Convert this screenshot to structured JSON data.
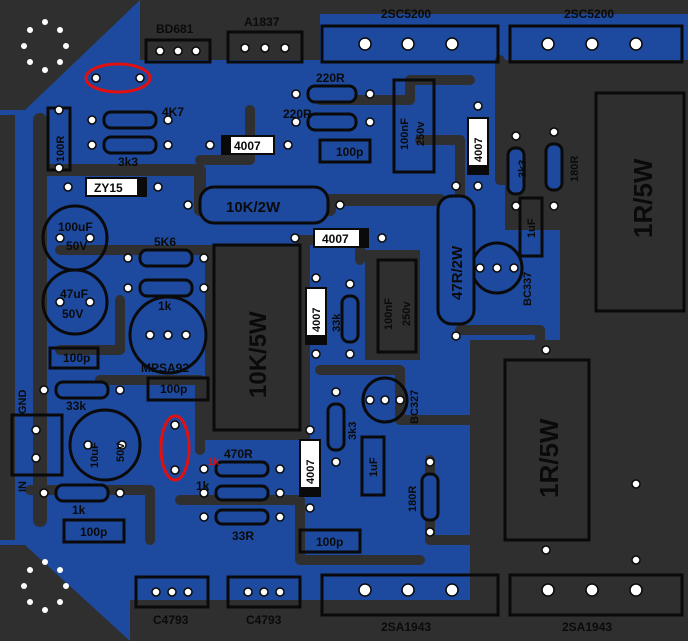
{
  "board": {
    "colors": {
      "background": "#1d4a9e",
      "copper": "#2f2f2f",
      "silk": "#0a0a0a",
      "pad": "#ffffff",
      "highlight": "#e01010"
    },
    "transistor_labels": {
      "bd681": "BD681",
      "a1837": "A1837",
      "c5200_left": "2SC5200",
      "c5200_right": "2SC5200",
      "a1943_left": "2SA1943",
      "a1943_right": "2SA1943",
      "c4793_left": "C4793",
      "c4793_right": "C4793",
      "bc337": "BC337",
      "bc327": "BC327",
      "mpsa92": "MPSA92"
    },
    "resistor_labels": {
      "r_220r_top": "220R",
      "r_220r_bottom": "220R",
      "r_4k7": "4K7",
      "r_3k3_left": "3k3",
      "r_100r": "100R",
      "r_10k_2w": "10K/2W",
      "r_5k6": "5K6",
      "r_1k_mid": "1k",
      "r_33k_left": "33k",
      "r_1k_in": "1k",
      "r_470r": "470R",
      "r_1k_red": "1k",
      "r_1k_lower": "1k",
      "r_33r": "33R",
      "r_3k3_right": "3k3",
      "r_180r_top": "180R",
      "r_47r_2w": "47R/2W",
      "r_33k_mid": "33k",
      "r_3k3_low": "3k3",
      "r_180r_low": "180R",
      "r_10k_5w": "10K/5W",
      "r_1r_5w_top": "1R/5W",
      "r_1r_5w_bottom": "1R/5W"
    },
    "diode_labels": {
      "d_4007_top": "4007",
      "d_zy15": "ZY15",
      "d_4007_mid": "4007",
      "d_4007_vert_top": "4007",
      "d_4007_vert_mid": "4007",
      "d_4007_vert_low": "4007"
    },
    "capacitor_labels": {
      "c_100p_top": "100p",
      "c_100nf_top": "100nF",
      "c_250v_top": "250v",
      "c_100uf": "100uF",
      "c_50v_a": "50V",
      "c_47uf": "47uF",
      "c_50v_b": "50V",
      "c_100p_left": "100p",
      "c_100p_mid": "100p",
      "c_10uf": "10uF",
      "c_50v_c": "50V",
      "c_100p_bottom_left": "100p",
      "c_100p_bottom": "100p",
      "c_1uf_top": "1uF",
      "c_100nf_mid": "100nF",
      "c_250v_mid": "250v",
      "c_1uf_low": "1uF"
    },
    "io_labels": {
      "gnd": "GND",
      "in": "IN"
    }
  }
}
